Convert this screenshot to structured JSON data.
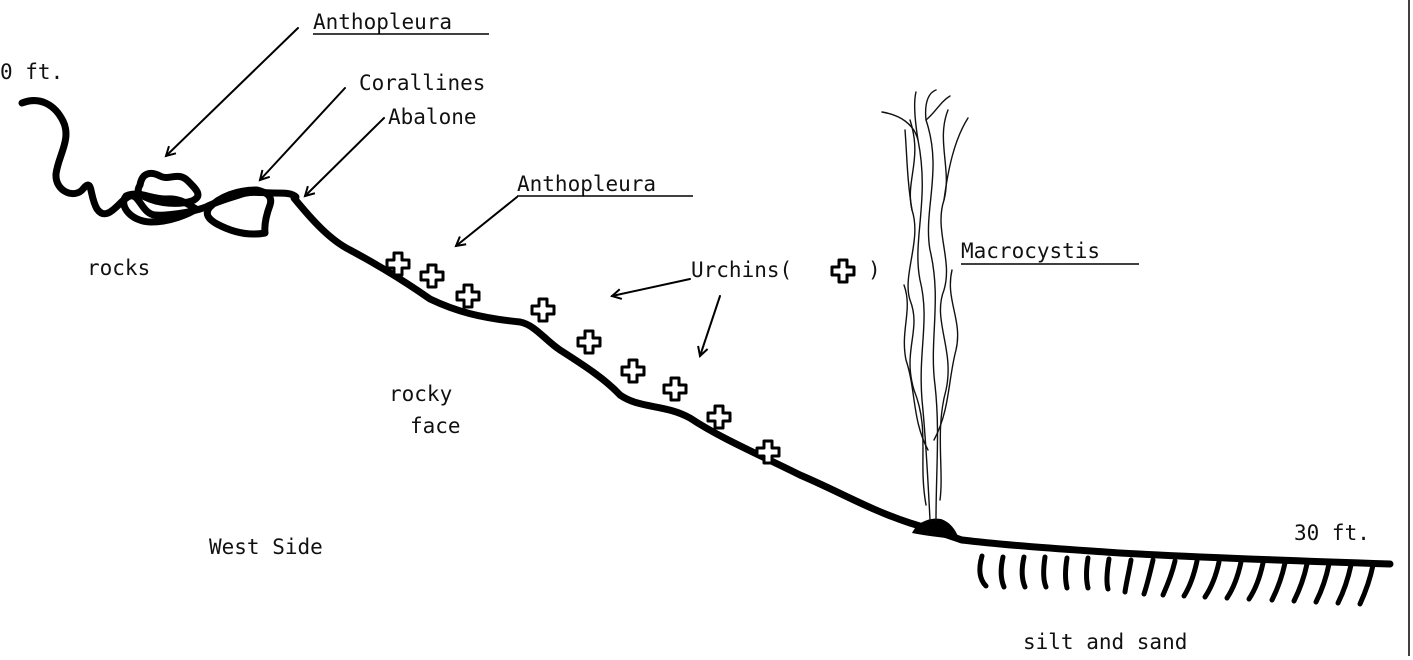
{
  "labels": {
    "depth_top": "0 ft.",
    "depth_bottom": "30 ft.",
    "anthopleura_upper": "Anthopleura",
    "corallines": "Corallines",
    "abalone": "Abalone",
    "anthopleura_lower": "Anthopleura",
    "urchins": "Urchins(",
    "urchins_close": ")",
    "macrocystis": "Macrocystis",
    "rocks": "rocks",
    "rocky": "rocky",
    "face": "face",
    "west_side": "West Side",
    "silt_and_sand": "silt and sand"
  },
  "icons": {
    "urchin": "urchin-icon",
    "kelp": "kelp-icon",
    "arrow": "arrow-icon"
  },
  "colors": {
    "ink": "#000000",
    "paper": "#ffffff"
  }
}
